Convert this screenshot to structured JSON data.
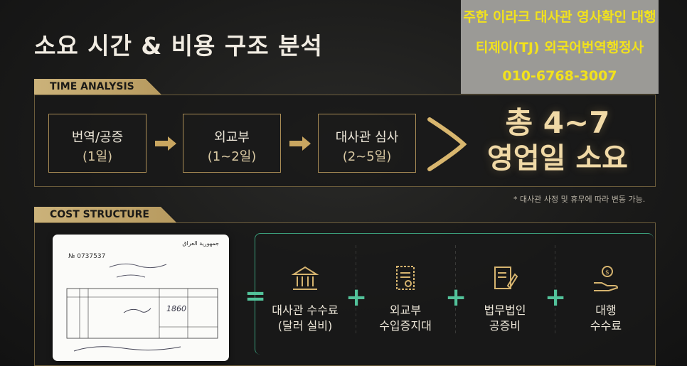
{
  "title": "소요 시간 & 비용 구조 분석",
  "overlay": {
    "line1": "주한 이라크 대사관 영사확인 대행",
    "line2": "티제이(TJ) 외국어번역행정사",
    "line3": "010-6768-3007"
  },
  "time": {
    "tag": "TIME ANALYSIS",
    "steps": [
      {
        "label": "번역/공증",
        "duration": "(1일)"
      },
      {
        "label": "외교부",
        "duration": "(1~2일)"
      },
      {
        "label": "대사관 심사",
        "duration": "(2~5일)"
      }
    ],
    "total_line1": "총 4~7",
    "total_line2": "영업일 소요",
    "note": "* 대사관 사정 및 휴무에 따라 변동 가능."
  },
  "cost": {
    "tag": "COST STRUCTURE",
    "receipt": {
      "number": "№ 0737537",
      "header": "جمهورية العراق",
      "total": "1860"
    },
    "equals": "=",
    "plus": "+",
    "items": [
      {
        "icon": "bank-icon",
        "line1": "대사관 수수료",
        "line2": "(달러 실비)"
      },
      {
        "icon": "stamp-document-icon",
        "line1": "외교부",
        "line2": "수입증지대"
      },
      {
        "icon": "notarized-document-icon",
        "line1": "법무법인",
        "line2": "공증비"
      },
      {
        "icon": "money-hand-icon",
        "line1": "대행",
        "line2": "수수료"
      }
    ]
  },
  "colors": {
    "gold": "#cbb27a",
    "green": "#52c29a",
    "overlay_text": "#f2e21c"
  }
}
